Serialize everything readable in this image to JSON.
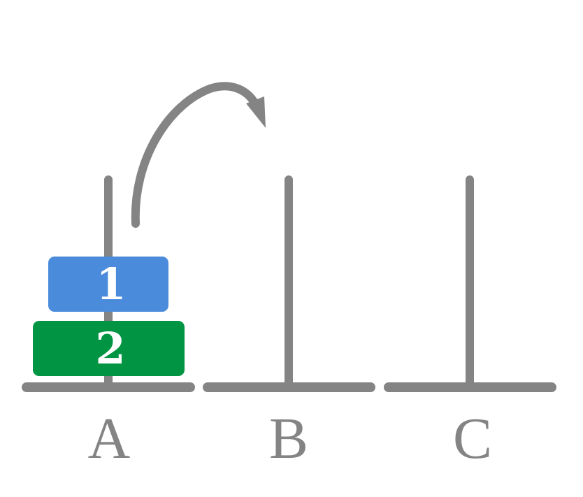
{
  "colors": {
    "peg": "#848484",
    "background": "#ffffff",
    "disk_text": "#ffffff"
  },
  "pegs": [
    {
      "id": "A",
      "label": "A"
    },
    {
      "id": "B",
      "label": "B"
    },
    {
      "id": "C",
      "label": "C"
    }
  ],
  "disks": [
    {
      "label": "1",
      "peg": "A",
      "color": "#4a8cdb"
    },
    {
      "label": "2",
      "peg": "A",
      "color": "#019443"
    }
  ],
  "move_arrow": {
    "from": "A",
    "to": "B",
    "icon": "curved-arrow-icon"
  }
}
